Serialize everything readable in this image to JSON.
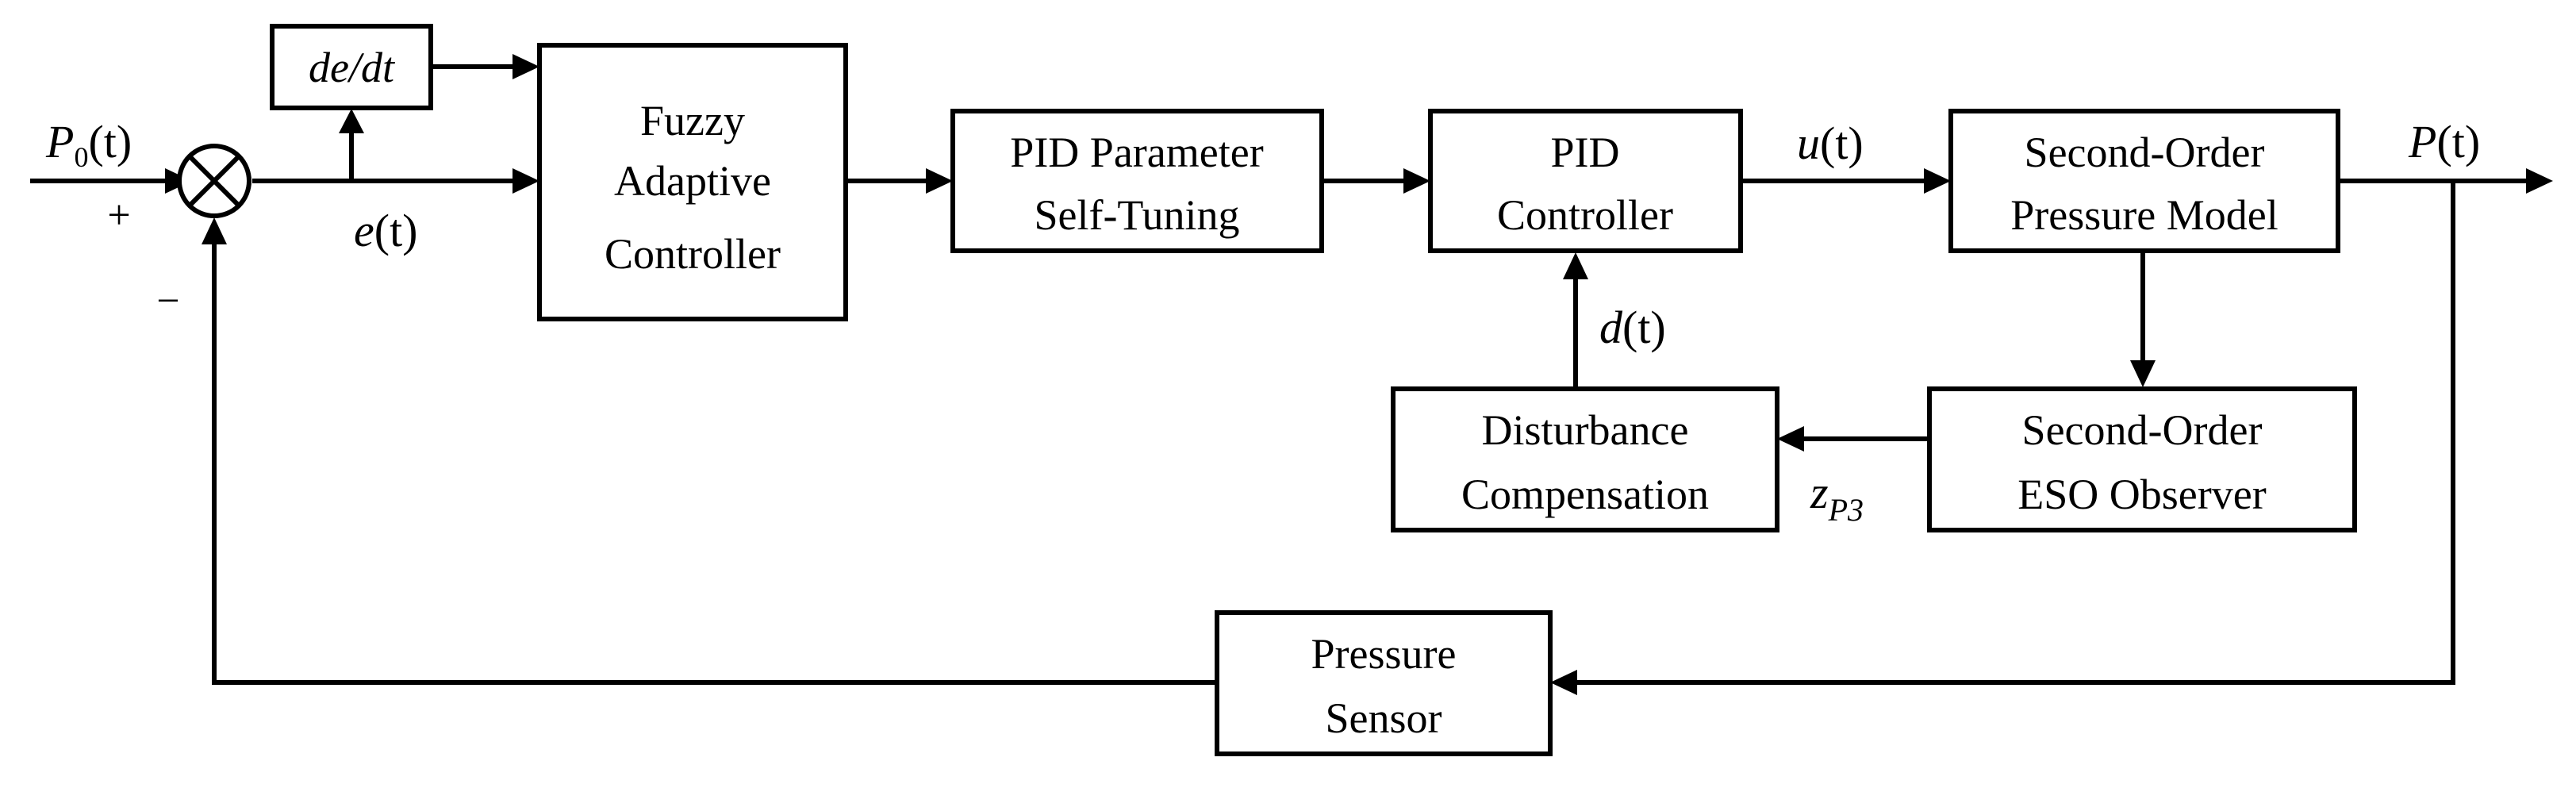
{
  "blocks": {
    "derivative": {
      "label": "de/dt"
    },
    "fuzzy": {
      "lines": [
        "Fuzzy",
        "Adaptive",
        "Controller"
      ]
    },
    "pid_tuning": {
      "lines": [
        "PID Parameter",
        "Self-Tuning"
      ]
    },
    "pid": {
      "lines": [
        "PID",
        "Controller"
      ]
    },
    "model": {
      "lines": [
        "Second-Order",
        "Pressure Model"
      ]
    },
    "disturbance": {
      "lines": [
        "Disturbance",
        "Compensation"
      ]
    },
    "eso": {
      "lines": [
        "Second-Order",
        "ESO Observer"
      ]
    },
    "sensor": {
      "lines": [
        "Pressure",
        "Sensor"
      ]
    }
  },
  "signals": {
    "reference": {
      "main": "P",
      "sub": "0",
      "tail": "(t)"
    },
    "error": {
      "main": "e",
      "tail": "(t)"
    },
    "control": {
      "main": "u",
      "tail": "(t)"
    },
    "output": {
      "main": "P",
      "tail": "(t)"
    },
    "disturbance": {
      "main": "d",
      "tail": "(t)"
    },
    "estimate": {
      "main": "z",
      "sub": "P3"
    }
  },
  "signs": {
    "plus": "+",
    "minus": "−"
  }
}
